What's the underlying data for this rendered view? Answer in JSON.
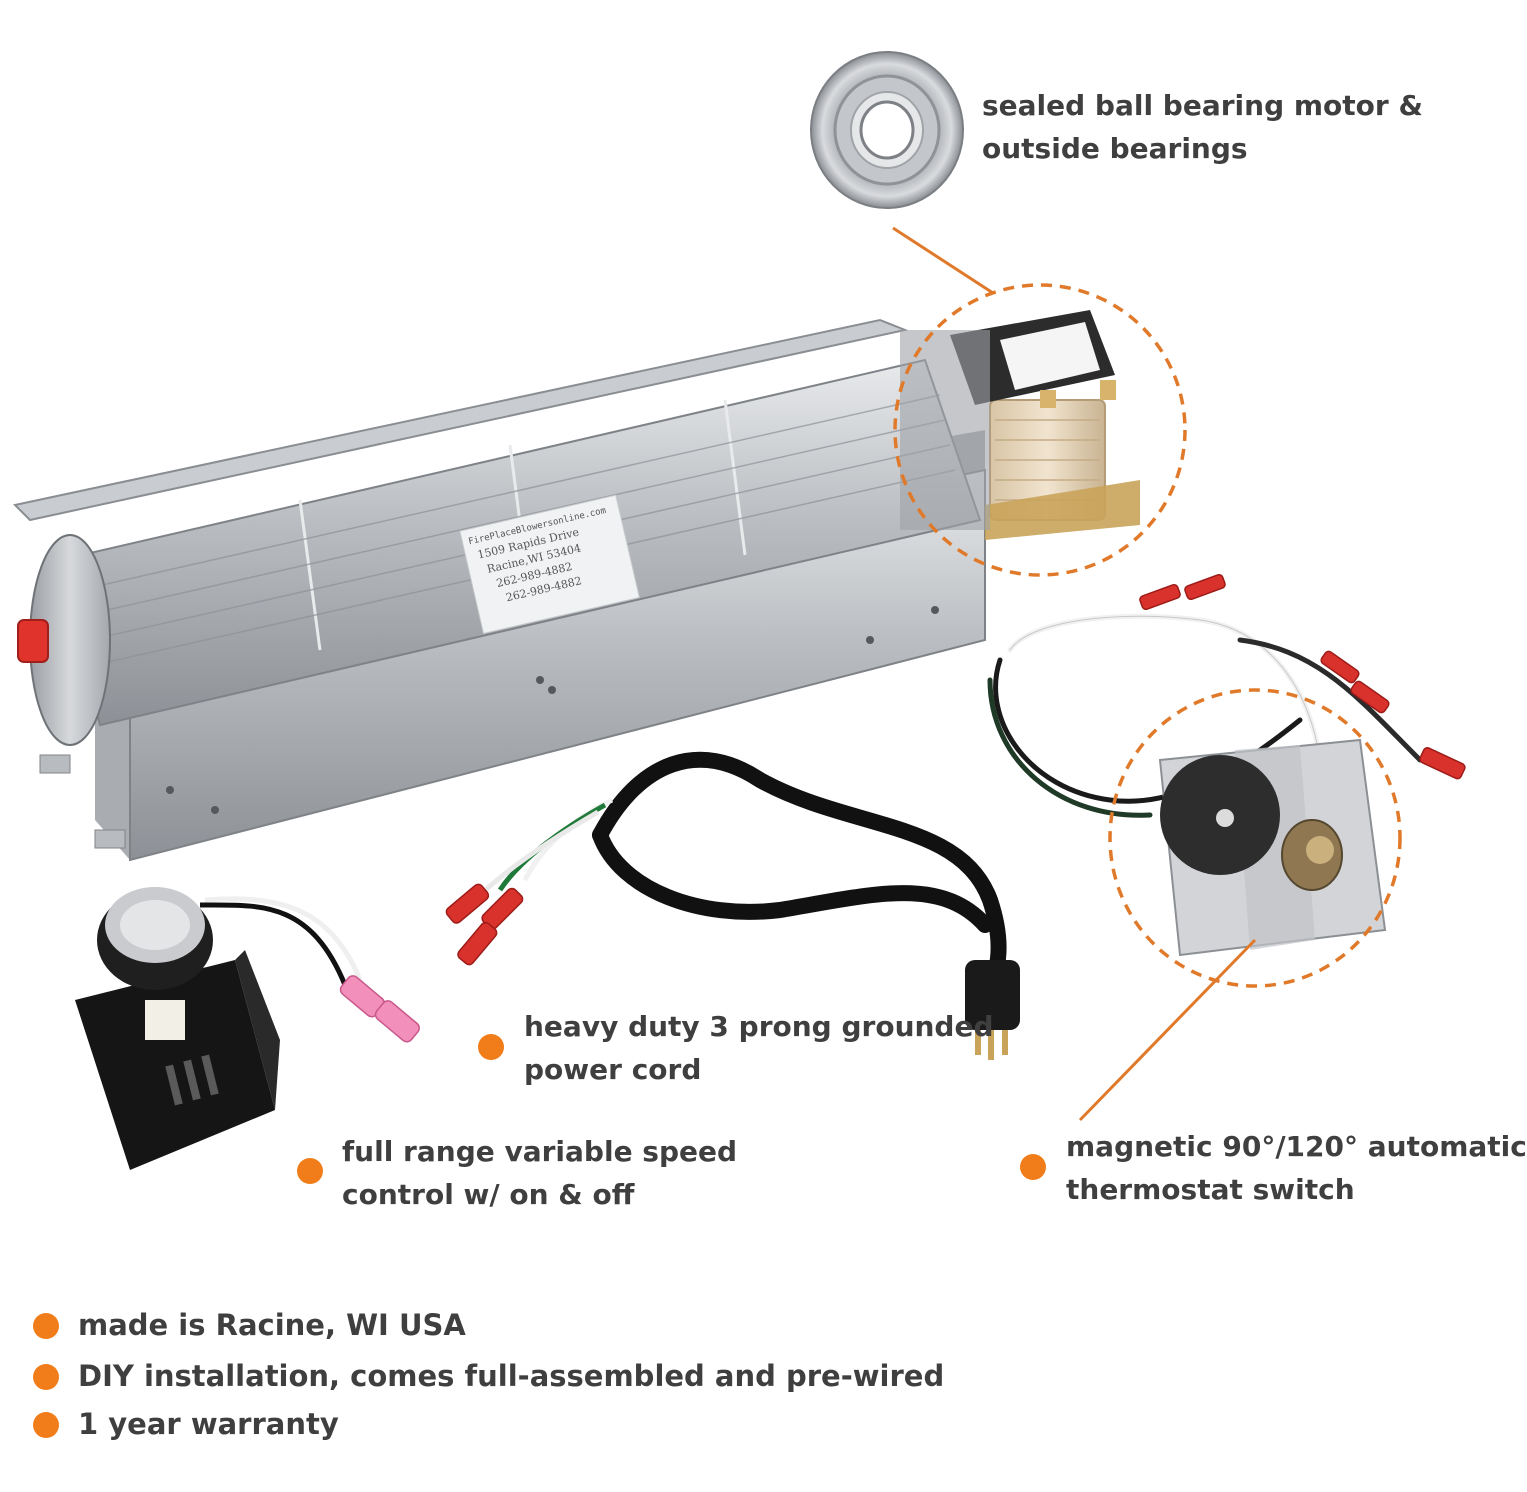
{
  "colors": {
    "accent": "#f07d1a",
    "text": "#3f3f3f",
    "background": "#ffffff"
  },
  "callouts": {
    "bearings": {
      "line1": "sealed ball bearing motor &",
      "line2": "outside bearings"
    },
    "power_cord": {
      "line1": "heavy duty 3 prong grounded",
      "line2": "power cord"
    },
    "speed_control": {
      "line1": "full range variable speed",
      "line2": "control w/ on & off"
    },
    "thermostat": {
      "line1": "magnetic 90°/120° automatic",
      "line2": "thermostat switch"
    }
  },
  "features": [
    "made is Racine, WI USA",
    "DIY installation, comes full-assembled and pre-wired",
    "1 year warranty"
  ],
  "product_label": {
    "line1": "FirePlaceBlowersonline.com",
    "line2": "1509 Rapids Drive",
    "line3": "Racine,WI 53404",
    "line4": "262-989-4882",
    "line5": "262-989-4882"
  }
}
